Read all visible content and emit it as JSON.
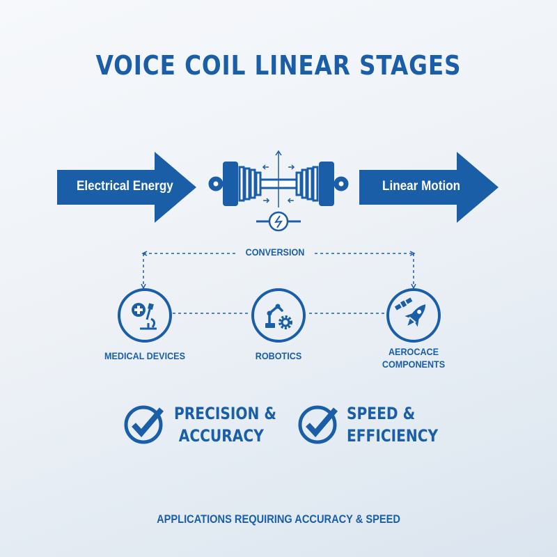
{
  "title": "VOICE COIL LINEAR STAGES",
  "flow": {
    "input_label": "Electrical Energy",
    "output_label": "Linear Motion",
    "conversion_label": "CONVERSION"
  },
  "applications": [
    {
      "label_line1": "MEDICAL DEVICES",
      "label_line2": "",
      "icon": "microscope-medical-icon"
    },
    {
      "label_line1": "ROBOTICS",
      "label_line2": "",
      "icon": "robot-arm-gear-icon"
    },
    {
      "label_line1": "AEROCACE",
      "label_line2": "COMPONENTS",
      "icon": "rocket-satellite-icon"
    }
  ],
  "benefits": [
    {
      "line1": "PRECISION &",
      "line2": "ACCURACY",
      "icon": "check-circle-icon"
    },
    {
      "line1": "SPEED &",
      "line2": "EFFICIENCY",
      "icon": "check-circle-icon"
    }
  ],
  "footer": "APPLICATIONS REQUIRING ACCURACY & SPEED",
  "colors": {
    "primary": "#1a5ea8",
    "background": "#eef2f7"
  }
}
